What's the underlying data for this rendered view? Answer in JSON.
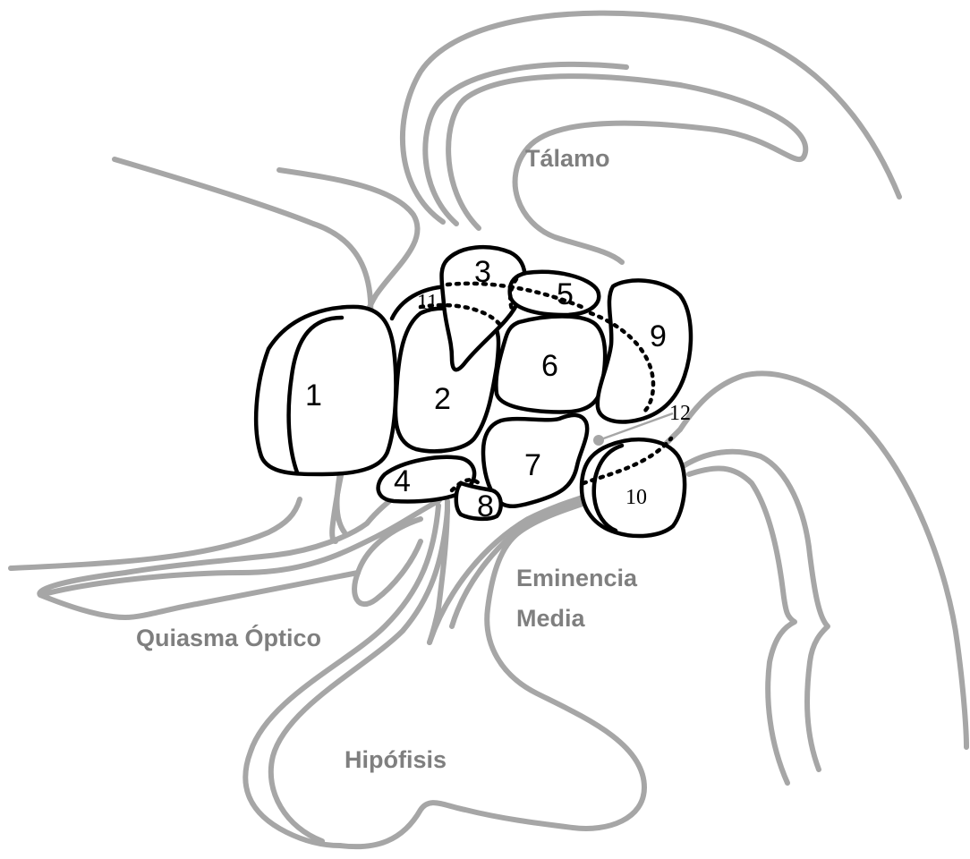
{
  "regions": {
    "thalamus": "Tálamo",
    "optic_chiasm": "Quiasma Óptico",
    "median_eminence_line1": "Eminencia",
    "median_eminence_line2": "Media",
    "pituitary": "Hipófisis"
  },
  "nuclei": {
    "n1": "1",
    "n2": "2",
    "n3": "3",
    "n4": "4",
    "n5": "5",
    "n6": "6",
    "n7": "7",
    "n8": "8",
    "n9": "9",
    "n10": "10",
    "n11": "11",
    "n12": "12"
  },
  "colors": {
    "anatomy_outline": "#a6a6a6",
    "nucleus_outline": "#000000",
    "region_label": "#7f7f7f"
  }
}
